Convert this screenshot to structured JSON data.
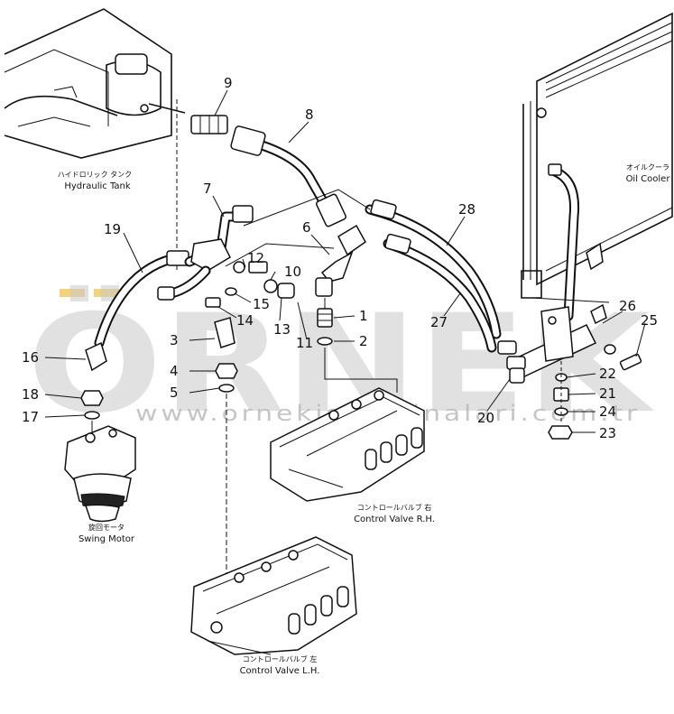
{
  "watermark": {
    "brand": "ÖRNEK",
    "url": "www.ornekismakinalari.com.tr",
    "accent_color": "#f2d27a",
    "gray_color": "#c9c9c9"
  },
  "components": {
    "hydraulic_tank_jp": "ハイドロリック タンク",
    "hydraulic_tank_en": "Hydraulic Tank",
    "oil_cooler_jp": "オイルクーラ",
    "oil_cooler_en": "Oil Cooler",
    "swing_motor_jp": "旋回モータ",
    "swing_motor_en": "Swing Motor",
    "control_valve_rh_jp": "コントロールバルブ 右",
    "control_valve_rh_en": "Control Valve R.H.",
    "control_valve_lh_jp": "コントロールバルブ 左",
    "control_valve_lh_en": "Control Valve L.H."
  },
  "callouts": [
    "1",
    "2",
    "3",
    "4",
    "5",
    "6",
    "7",
    "8",
    "9",
    "10",
    "11",
    "12",
    "13",
    "14",
    "15",
    "16",
    "17",
    "18",
    "19",
    "20",
    "21",
    "22",
    "23",
    "24",
    "25",
    "26",
    "27",
    "28"
  ]
}
